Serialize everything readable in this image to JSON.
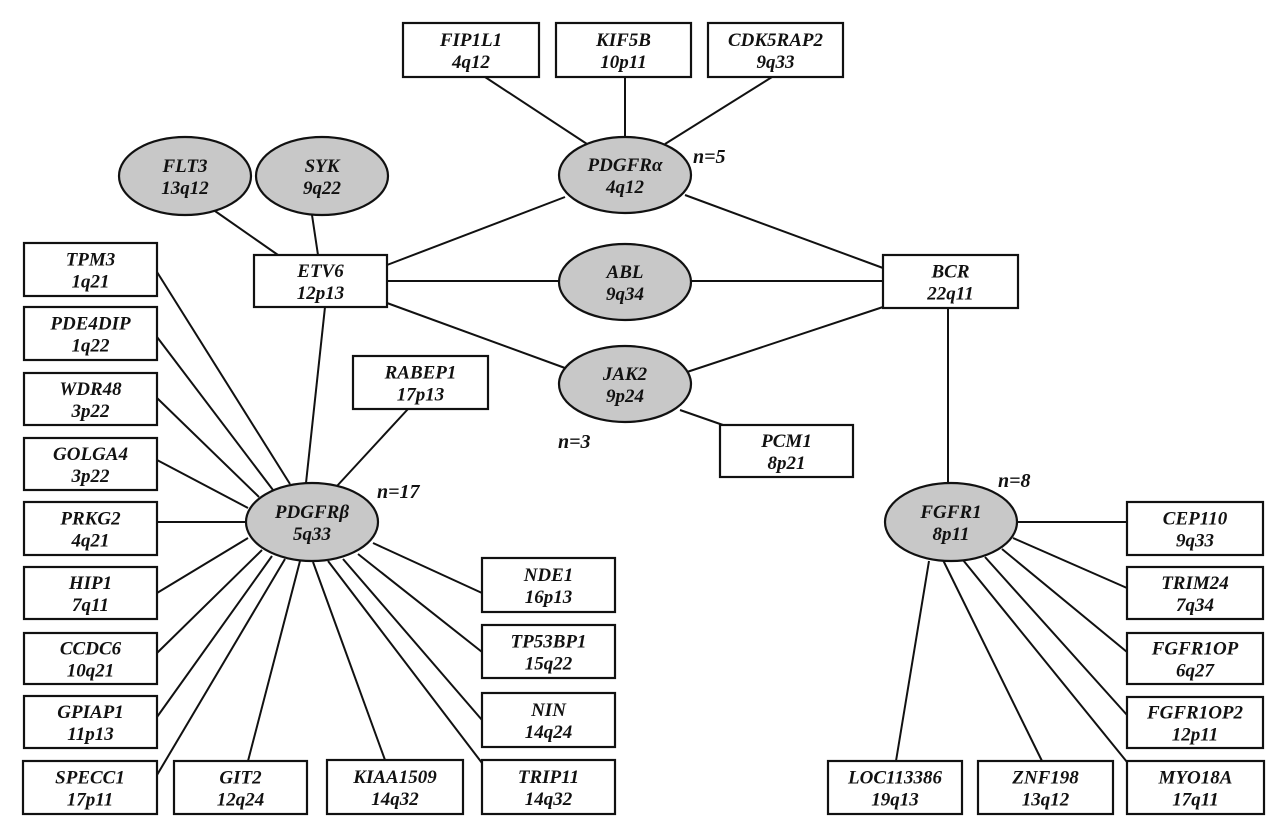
{
  "title": "Tyrosine kinase fusion partner network",
  "colors": {
    "kinase_fill": "#c8c8c8",
    "partner_fill": "#ffffff",
    "stroke": "#111111"
  },
  "nodes": [
    {
      "id": "FIP1L1",
      "gene": "FIP1L1",
      "locus": "4q12",
      "type": "partner"
    },
    {
      "id": "KIF5B",
      "gene": "KIF5B",
      "locus": "10p11",
      "type": "partner"
    },
    {
      "id": "CDK5RAP2",
      "gene": "CDK5RAP2",
      "locus": "9q33",
      "type": "partner"
    },
    {
      "id": "PDGFRA",
      "gene": "PDGFRα",
      "locus": "4q12",
      "type": "kinase"
    },
    {
      "id": "FLT3",
      "gene": "FLT3",
      "locus": "13q12",
      "type": "kinase"
    },
    {
      "id": "SYK",
      "gene": "SYK",
      "locus": "9q22",
      "type": "kinase"
    },
    {
      "id": "ETV6",
      "gene": "ETV6",
      "locus": "12p13",
      "type": "partner"
    },
    {
      "id": "ABL",
      "gene": "ABL",
      "locus": "9q34",
      "type": "kinase"
    },
    {
      "id": "BCR",
      "gene": "BCR",
      "locus": "22q11",
      "type": "partner"
    },
    {
      "id": "JAK2",
      "gene": "JAK2",
      "locus": "9p24",
      "type": "kinase"
    },
    {
      "id": "PCM1",
      "gene": "PCM1",
      "locus": "8p21",
      "type": "partner"
    },
    {
      "id": "RABEP1",
      "gene": "RABEP1",
      "locus": "17p13",
      "type": "partner"
    },
    {
      "id": "PDGFRB",
      "gene": "PDGFRβ",
      "locus": "5q33",
      "type": "kinase"
    },
    {
      "id": "TPM3",
      "gene": "TPM3",
      "locus": "1q21",
      "type": "partner"
    },
    {
      "id": "PDE4DIP",
      "gene": "PDE4DIP",
      "locus": "1q22",
      "type": "partner"
    },
    {
      "id": "WDR48",
      "gene": "WDR48",
      "locus": "3p22",
      "type": "partner"
    },
    {
      "id": "GOLGA4",
      "gene": "GOLGA4",
      "locus": "3p22",
      "type": "partner"
    },
    {
      "id": "PRKG2",
      "gene": "PRKG2",
      "locus": "4q21",
      "type": "partner"
    },
    {
      "id": "HIP1",
      "gene": "HIP1",
      "locus": "7q11",
      "type": "partner"
    },
    {
      "id": "CCDC6",
      "gene": "CCDC6",
      "locus": "10q21",
      "type": "partner"
    },
    {
      "id": "GPIAP1",
      "gene": "GPIAP1",
      "locus": "11p13",
      "type": "partner"
    },
    {
      "id": "SPECC1",
      "gene": "SPECC1",
      "locus": "17p11",
      "type": "partner"
    },
    {
      "id": "GIT2",
      "gene": "GIT2",
      "locus": "12q24",
      "type": "partner"
    },
    {
      "id": "KIAA1509",
      "gene": "KIAA1509",
      "locus": "14q32",
      "type": "partner"
    },
    {
      "id": "TRIP11",
      "gene": "TRIP11",
      "locus": "14q32",
      "type": "partner"
    },
    {
      "id": "NIN",
      "gene": "NIN",
      "locus": "14q24",
      "type": "partner"
    },
    {
      "id": "TP53BP1",
      "gene": "TP53BP1",
      "locus": "15q22",
      "type": "partner"
    },
    {
      "id": "NDE1",
      "gene": "NDE1",
      "locus": "16p13",
      "type": "partner"
    },
    {
      "id": "FGFR1",
      "gene": "FGFR1",
      "locus": "8p11",
      "type": "kinase"
    },
    {
      "id": "CEP110",
      "gene": "CEP110",
      "locus": "9q33",
      "type": "partner"
    },
    {
      "id": "TRIM24",
      "gene": "TRIM24",
      "locus": "7q34",
      "type": "partner"
    },
    {
      "id": "FGFR1OP",
      "gene": "FGFR1OP",
      "locus": "6q27",
      "type": "partner"
    },
    {
      "id": "FGFR1OP2",
      "gene": "FGFR1OP2",
      "locus": "12p11",
      "type": "partner"
    },
    {
      "id": "MYO18A",
      "gene": "MYO18A",
      "locus": "17q11",
      "type": "partner"
    },
    {
      "id": "ZNF198",
      "gene": "ZNF198",
      "locus": "13q12",
      "type": "partner"
    },
    {
      "id": "LOC113386",
      "gene": "LOC113386",
      "locus": "19q13",
      "type": "partner"
    }
  ],
  "edges": [
    [
      "FIP1L1",
      "PDGFRA"
    ],
    [
      "KIF5B",
      "PDGFRA"
    ],
    [
      "CDK5RAP2",
      "PDGFRA"
    ],
    [
      "PDGFRA",
      "ETV6"
    ],
    [
      "PDGFRA",
      "BCR"
    ],
    [
      "FLT3",
      "ETV6"
    ],
    [
      "SYK",
      "ETV6"
    ],
    [
      "ETV6",
      "ABL"
    ],
    [
      "ABL",
      "BCR"
    ],
    [
      "ETV6",
      "JAK2"
    ],
    [
      "JAK2",
      "BCR"
    ],
    [
      "JAK2",
      "PCM1"
    ],
    [
      "ETV6",
      "PDGFRB"
    ],
    [
      "RABEP1",
      "PDGFRB"
    ],
    [
      "TPM3",
      "PDGFRB"
    ],
    [
      "PDE4DIP",
      "PDGFRB"
    ],
    [
      "WDR48",
      "PDGFRB"
    ],
    [
      "GOLGA4",
      "PDGFRB"
    ],
    [
      "PRKG2",
      "PDGFRB"
    ],
    [
      "HIP1",
      "PDGFRB"
    ],
    [
      "CCDC6",
      "PDGFRB"
    ],
    [
      "GPIAP1",
      "PDGFRB"
    ],
    [
      "SPECC1",
      "PDGFRB"
    ],
    [
      "GIT2",
      "PDGFRB"
    ],
    [
      "KIAA1509",
      "PDGFRB"
    ],
    [
      "TRIP11",
      "PDGFRB"
    ],
    [
      "NIN",
      "PDGFRB"
    ],
    [
      "TP53BP1",
      "PDGFRB"
    ],
    [
      "NDE1",
      "PDGFRB"
    ],
    [
      "BCR",
      "FGFR1"
    ],
    [
      "CEP110",
      "FGFR1"
    ],
    [
      "TRIM24",
      "FGFR1"
    ],
    [
      "FGFR1OP",
      "FGFR1"
    ],
    [
      "FGFR1OP2",
      "FGFR1"
    ],
    [
      "MYO18A",
      "FGFR1"
    ],
    [
      "ZNF198",
      "FGFR1"
    ],
    [
      "LOC113386",
      "FGFR1"
    ]
  ],
  "annotations": [
    {
      "id": "PDGFRA",
      "text": "n=5"
    },
    {
      "id": "JAK2",
      "text": "n=3"
    },
    {
      "id": "PDGFRB",
      "text": "n=17"
    },
    {
      "id": "FGFR1",
      "text": "n=8"
    }
  ]
}
